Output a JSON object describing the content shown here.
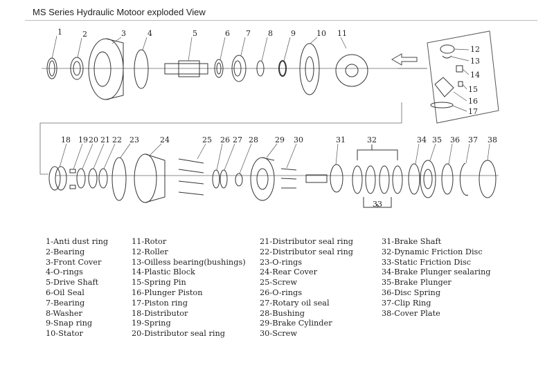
{
  "title": "MS Series Hydraulic Motoor exploded View",
  "callouts": [
    "1",
    "2",
    "3",
    "4",
    "5",
    "6",
    "7",
    "8",
    "9",
    "10",
    "11",
    "12",
    "13",
    "14",
    "15",
    "16",
    "17",
    "18",
    "19",
    "20",
    "21",
    "22",
    "23",
    "24",
    "25",
    "26",
    "27",
    "28",
    "29",
    "30",
    "31",
    "32",
    "33",
    "34",
    "35",
    "36",
    "37",
    "38"
  ],
  "legend": {
    "col1": [
      "1-Anti dust ring",
      "2-Bearing",
      "3-Front Cover",
      "4-O-rings",
      "5-Drive Shaft",
      "6-Oil Seal",
      "7-Bearing",
      "8-Washer",
      "9-Snap ring",
      "10-Stator"
    ],
    "col2": [
      "11-Rotor",
      "12-Roller",
      "13-Oilless bearing(bushings)",
      "14-Plastic Block",
      "15-Spring Pin",
      "16-Plunger Piston",
      "17-Piston ring",
      "18-Distributor",
      "19-Spring",
      "20-Distributor seal ring"
    ],
    "col3": [
      "21-Distributor seal ring",
      "22-Distributor seal ring",
      "23-O-rings",
      "24-Rear Cover",
      "25-Screw",
      "26-O-rings",
      "27-Rotary oil seal",
      "28-Bushing",
      "29-Brake Cylinder",
      "30-Screw"
    ],
    "col4": [
      "31-Brake Shaft",
      "32-Dynamic Friction Disc",
      "33-Static Friction Disc",
      "34-Brake Plunger sealaring",
      "35-Brake Plunger",
      "36-Disc Spring",
      "37-Clip Ring",
      "38-Cover Plate"
    ]
  }
}
